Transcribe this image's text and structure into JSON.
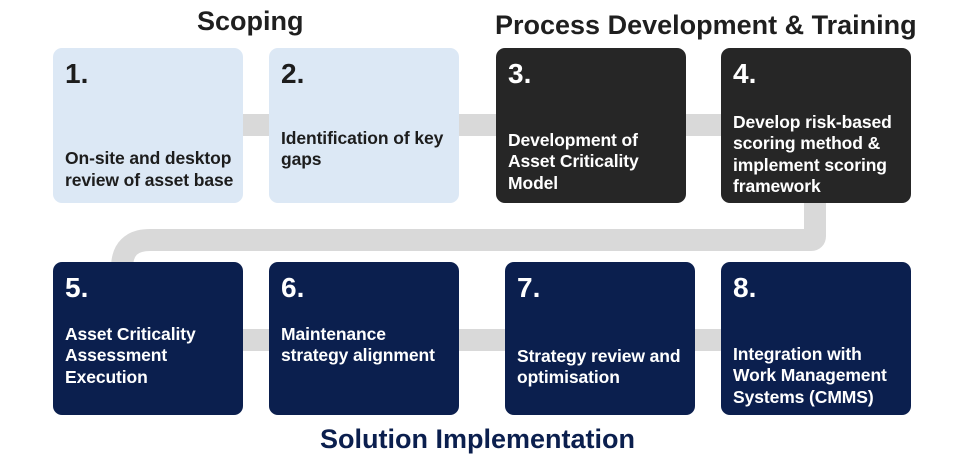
{
  "phases": {
    "scoping": "Scoping",
    "process": "Process Development & Training",
    "solution": "Solution Implementation"
  },
  "steps": [
    {
      "number": "1.",
      "text": "On-site and desktop review of asset base",
      "phase": "scoping"
    },
    {
      "number": "2.",
      "text": "Identification of key gaps",
      "phase": "scoping"
    },
    {
      "number": "3.",
      "text": "Development of Asset Criticality Model",
      "phase": "process"
    },
    {
      "number": "4.",
      "text": "Develop risk-based scoring method & implement scoring framework",
      "phase": "process"
    },
    {
      "number": "5.",
      "text": "Asset Criticality Assessment Execution",
      "phase": "solution"
    },
    {
      "number": "6.",
      "text": "Maintenance strategy alignment",
      "phase": "solution"
    },
    {
      "number": "7.",
      "text": "Strategy review and optimisation",
      "phase": "solution"
    },
    {
      "number": "8.",
      "text": "Integration with Work Management Systems (CMMS)",
      "phase": "solution"
    }
  ],
  "colors": {
    "scoping_box": "#dce8f5",
    "process_box": "#262626",
    "solution_box": "#0b1f4e",
    "connector": "#d9d9d9"
  }
}
